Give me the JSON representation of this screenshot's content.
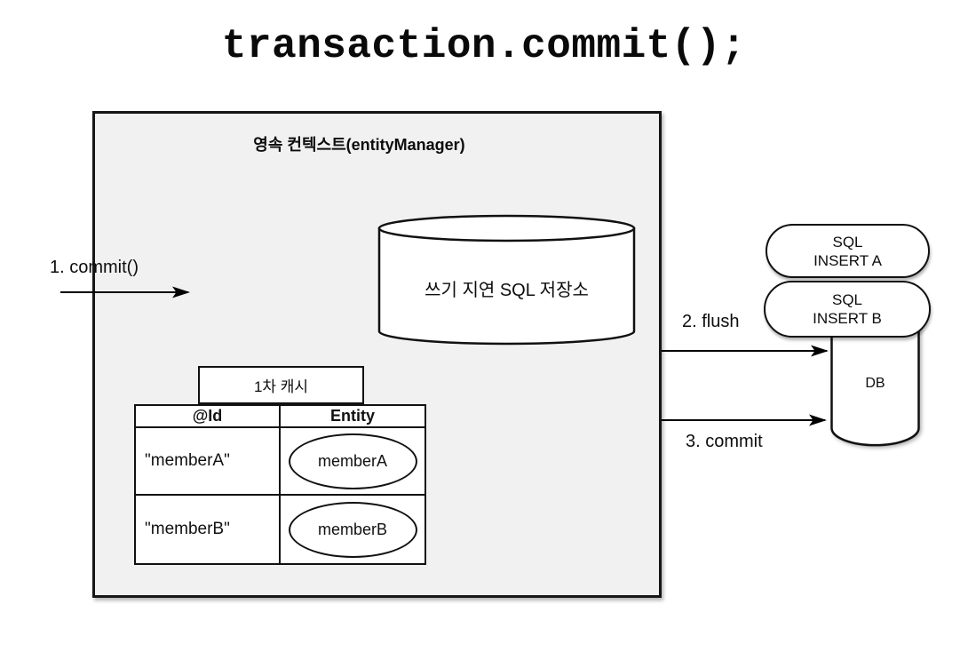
{
  "title": "transaction.commit();",
  "persistence_context": {
    "label": "영속 컨텍스트(entityManager)",
    "write_behind_store": {
      "label": "쓰기 지연 SQL 저장소"
    },
    "first_level_cache": {
      "label": "1차 캐시",
      "columns": [
        "@Id",
        "Entity"
      ],
      "rows": [
        {
          "id": "\"memberA\"",
          "entity": "memberA"
        },
        {
          "id": "\"memberB\"",
          "entity": "memberB"
        }
      ]
    }
  },
  "flows": {
    "commit_call": "1. commit()",
    "flush": "2. flush",
    "commit": "3. commit"
  },
  "sql_statements": [
    {
      "line1": "SQL",
      "line2": "INSERT A"
    },
    {
      "line1": "SQL",
      "line2": "INSERT B"
    }
  ],
  "database": {
    "label": "DB"
  },
  "colors": {
    "background": "#ffffff",
    "box_fill": "#f1f1f2",
    "stroke": "#111111",
    "text": "#0d0d0d"
  }
}
